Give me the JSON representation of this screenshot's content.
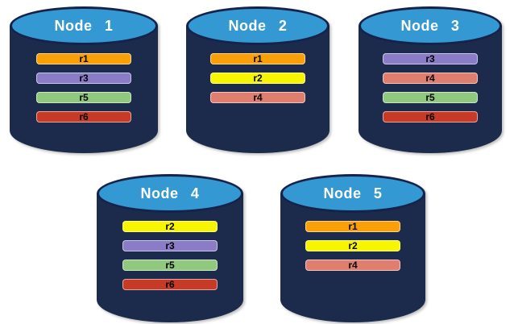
{
  "diagram": {
    "type": "database-replica-placement",
    "background": "#ffffff"
  },
  "colors": {
    "cylinder_body": "#1c2a4c",
    "cylinder_top": "#3498d3",
    "cylinder_outline": "#15234a",
    "title_text": "#ffffff",
    "bar_text": "#000000"
  },
  "replica_colors": {
    "r1": "#f9a008",
    "r2": "#f7f500",
    "r3": "#8b7cc8",
    "r4": "#df7e6e",
    "r5": "#90c87e",
    "r6": "#c73a26"
  },
  "nodes": [
    {
      "label": "Node 1",
      "replicas": [
        "r1",
        "r3",
        "r5",
        "r6"
      ]
    },
    {
      "label": "Node 2",
      "replicas": [
        "r1",
        "r2",
        "r4"
      ]
    },
    {
      "label": "Node 3",
      "replicas": [
        "r3",
        "r4",
        "r5",
        "r6"
      ]
    },
    {
      "label": "Node 4",
      "replicas": [
        "r2",
        "r3",
        "r5",
        "r6"
      ]
    },
    {
      "label": "Node 5",
      "replicas": [
        "r1",
        "r2",
        "r4"
      ]
    }
  ]
}
